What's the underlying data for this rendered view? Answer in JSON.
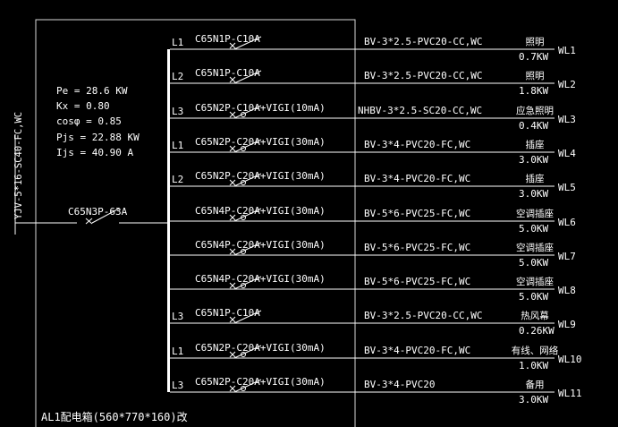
{
  "panel": {
    "caption": "AL1配电箱(560*770*160)改",
    "incoming_cable": "YJV-5*16-SC40-FC,WC",
    "main_breaker": "C65N3P-63A",
    "load_calc": {
      "pe": "Pe = 28.6 KW",
      "kx": "Kx = 0.80",
      "cos": "cosφ = 0.85",
      "pjs": "Pjs = 22.88 KW",
      "ijs": "Ijs = 40.90 A"
    }
  },
  "circuits": [
    {
      "phase": "L1",
      "breaker": "C65N1P-C10A",
      "cable": "BV-3*2.5-PVC20-CC,WC",
      "load_name": "照明",
      "power": "0.7KW",
      "circuit_id": "WL1",
      "rcd": false
    },
    {
      "phase": "L2",
      "breaker": "C65N1P-C10A",
      "cable": "BV-3*2.5-PVC20-CC,WC",
      "load_name": "照明",
      "power": "1.8KW",
      "circuit_id": "WL2",
      "rcd": false
    },
    {
      "phase": "L3",
      "breaker": "C65N2P-C10A+VIGI(10mA)",
      "cable": "NHBV-3*2.5-SC20-CC,WC",
      "load_name": "应急照明",
      "power": "0.4KW",
      "circuit_id": "WL3",
      "rcd": true
    },
    {
      "phase": "L1",
      "breaker": "C65N2P-C20A+VIGI(30mA)",
      "cable": "BV-3*4-PVC20-FC,WC",
      "load_name": "插座",
      "power": "3.0KW",
      "circuit_id": "WL4",
      "rcd": true
    },
    {
      "phase": "L2",
      "breaker": "C65N2P-C20A+VIGI(30mA)",
      "cable": "BV-3*4-PVC20-FC,WC",
      "load_name": "插座",
      "power": "3.0KW",
      "circuit_id": "WL5",
      "rcd": true
    },
    {
      "phase": "",
      "breaker": "C65N4P-C20A+VIGI(30mA)",
      "cable": "BV-5*6-PVC25-FC,WC",
      "load_name": "空调插座",
      "power": "5.0KW",
      "circuit_id": "WL6",
      "rcd": true
    },
    {
      "phase": "",
      "breaker": "C65N4P-C20A+VIGI(30mA)",
      "cable": "BV-5*6-PVC25-FC,WC",
      "load_name": "空调插座",
      "power": "5.0KW",
      "circuit_id": "WL7",
      "rcd": true
    },
    {
      "phase": "",
      "breaker": "C65N4P-C20A+VIGI(30mA)",
      "cable": "BV-5*6-PVC25-FC,WC",
      "load_name": "空调插座",
      "power": "5.0KW",
      "circuit_id": "WL8",
      "rcd": true
    },
    {
      "phase": "L3",
      "breaker": "C65N1P-C10A",
      "cable": "BV-3*2.5-PVC20-CC,WC",
      "load_name": "热风幕",
      "power": "0.26KW",
      "circuit_id": "WL9",
      "rcd": false
    },
    {
      "phase": "L1",
      "breaker": "C65N2P-C20A+VIGI(30mA)",
      "cable": "BV-3*4-PVC20-FC,WC",
      "load_name": "有线、网络",
      "power": "1.0KW",
      "circuit_id": "WL10",
      "rcd": true
    },
    {
      "phase": "L3",
      "breaker": "C65N2P-C20A+VIGI(30mA)",
      "cable": "BV-3*4-PVC20",
      "load_name": "备用",
      "power": "3.0KW",
      "circuit_id": "WL11",
      "rcd": true
    }
  ]
}
